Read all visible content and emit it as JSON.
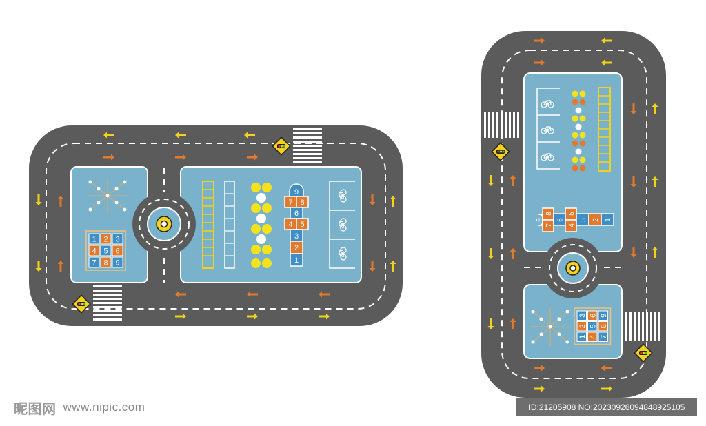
{
  "colors": {
    "road": "#5b5b5b",
    "field": "#7ab2cc",
    "line": "#ffffff",
    "arrow_yellow": "#f2d21b",
    "arrow_orange": "#e07a2e",
    "tile_blue": "#3f8fc6",
    "tile_orange": "#e07a2e",
    "ball_yellow": "#f4e21a",
    "ball_orange": "#e07a2e",
    "pad_border": "#f2c27a"
  },
  "grid_numbers": [
    "1",
    "2",
    "3",
    "4",
    "5",
    "6",
    "7",
    "8",
    "9"
  ],
  "hopscotch": {
    "top": "9",
    "pairs": [
      [
        "7",
        "8"
      ],
      [
        "4",
        "5"
      ]
    ],
    "singles": [
      "6",
      "3",
      "2",
      "1"
    ]
  },
  "icons": [
    "traffic-light-sign-icon",
    "roundabout-sign-icon",
    "bicycle-icon",
    "arrow-icon"
  ],
  "watermark": {
    "brand": "昵图网",
    "url": "www.nipic.com",
    "id_text": "ID:21205908 NO:20230926094848925105"
  }
}
